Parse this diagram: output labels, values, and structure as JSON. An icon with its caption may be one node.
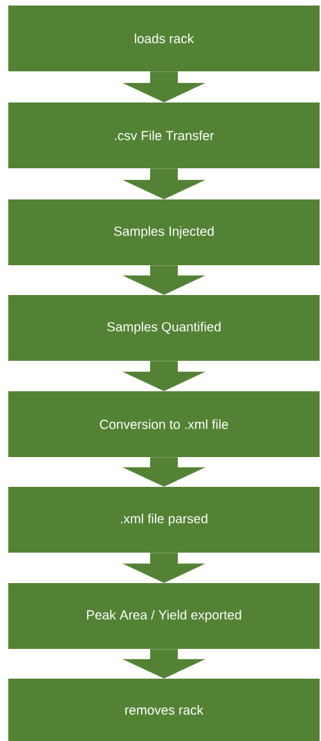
{
  "diagram": {
    "nodes": [
      {
        "text": [
          "loads rack"
        ]
      },
      {
        "text": [
          ".csv File Transfer"
        ]
      },
      {
        "text": [
          "Samples Injected"
        ]
      },
      {
        "text": [
          "Samples Quantified"
        ]
      },
      {
        "text": [
          "Conversion to .xml file"
        ]
      },
      {
        "text": [
          ".xml file parsed"
        ]
      },
      {
        "text": [
          "Peak Area / Yield exported"
        ]
      },
      {
        "text": [
          "removes rack"
        ]
      }
    ],
    "edges": [
      {
        "from": 0,
        "to": 1,
        "arrow": "to"
      },
      {
        "from": 1,
        "to": 2,
        "arrow": "to"
      },
      {
        "from": 2,
        "to": 3,
        "arrow": "to"
      },
      {
        "from": 3,
        "to": 4,
        "arrow": "to"
      },
      {
        "from": 4,
        "to": 5,
        "arrow": "to"
      },
      {
        "from": 5,
        "to": 6,
        "arrow": "to"
      },
      {
        "from": 6,
        "to": 7,
        "arrow": "to"
      }
    ]
  }
}
